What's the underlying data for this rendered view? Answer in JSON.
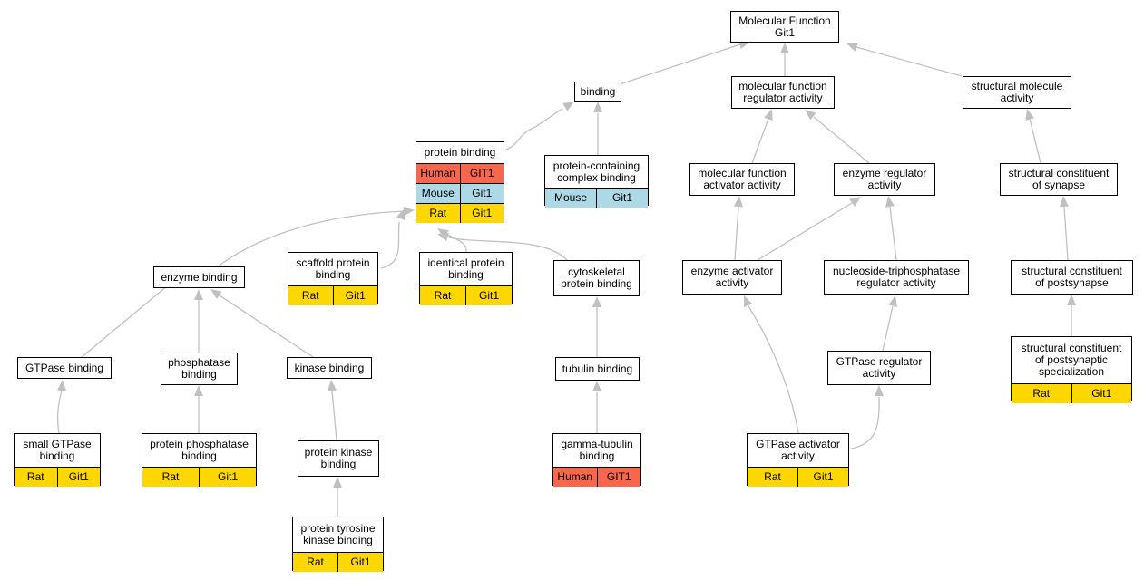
{
  "colors": {
    "Human": "#f8674b",
    "Mouse": "#add8e6",
    "Rat": "#ffd700",
    "edge": "#c0c0c0"
  },
  "nodes": {
    "mf": {
      "label": "Molecular Function\nGit1",
      "rows": []
    },
    "bind": {
      "label": "binding",
      "rows": []
    },
    "mfra": {
      "label": "molecular function\nregulator activity",
      "rows": []
    },
    "sma": {
      "label": "structural molecule\nactivity",
      "rows": []
    },
    "pb": {
      "label": "protein binding",
      "rows": [
        [
          "Human",
          "GIT1"
        ],
        [
          "Mouse",
          "Git1"
        ],
        [
          "Rat",
          "Git1"
        ]
      ]
    },
    "pccb": {
      "label": "protein-containing\ncomplex binding",
      "rows": [
        [
          "Mouse",
          "Git1"
        ]
      ]
    },
    "mfaa": {
      "label": "molecular function\nactivator activity",
      "rows": []
    },
    "era": {
      "label": "enzyme regulator\nactivity",
      "rows": []
    },
    "scs": {
      "label": "structural constituent\nof synapse",
      "rows": []
    },
    "eb": {
      "label": "enzyme binding",
      "rows": []
    },
    "spb": {
      "label": "scaffold protein\nbinding",
      "rows": [
        [
          "Rat",
          "Git1"
        ]
      ]
    },
    "ipb": {
      "label": "identical protein\nbinding",
      "rows": [
        [
          "Rat",
          "Git1"
        ]
      ]
    },
    "cpb": {
      "label": "cytoskeletal\nprotein binding",
      "rows": []
    },
    "eaa": {
      "label": "enzyme activator\nactivity",
      "rows": []
    },
    "ntra": {
      "label": "nucleoside-triphosphatase\nregulator activity",
      "rows": []
    },
    "scps": {
      "label": "structural constituent\nof postsynapse",
      "rows": []
    },
    "gb": {
      "label": "GTPase binding",
      "rows": []
    },
    "phb": {
      "label": "phosphatase\nbinding",
      "rows": []
    },
    "kb": {
      "label": "kinase binding",
      "rows": []
    },
    "tb": {
      "label": "tubulin binding",
      "rows": []
    },
    "gra": {
      "label": "GTPase regulator\nactivity",
      "rows": []
    },
    "scpss": {
      "label": "structural constituent\nof postsynaptic\nspecialization",
      "rows": [
        [
          "Rat",
          "Git1"
        ]
      ]
    },
    "sgb": {
      "label": "small GTPase\nbinding",
      "rows": [
        [
          "Rat",
          "Git1"
        ]
      ]
    },
    "ppb": {
      "label": "protein phosphatase\nbinding",
      "rows": [
        [
          "Rat",
          "Git1"
        ]
      ]
    },
    "pkb": {
      "label": "protein kinase\nbinding",
      "rows": []
    },
    "gtb": {
      "label": "gamma-tubulin\nbinding",
      "rows": [
        [
          "Human",
          "GIT1"
        ]
      ]
    },
    "gaa": {
      "label": "GTPase activator\nactivity",
      "rows": [
        [
          "Rat",
          "Git1"
        ]
      ]
    },
    "ptkb": {
      "label": "protein tyrosine\nkinase binding",
      "rows": [
        [
          "Rat",
          "Git1"
        ]
      ]
    }
  }
}
